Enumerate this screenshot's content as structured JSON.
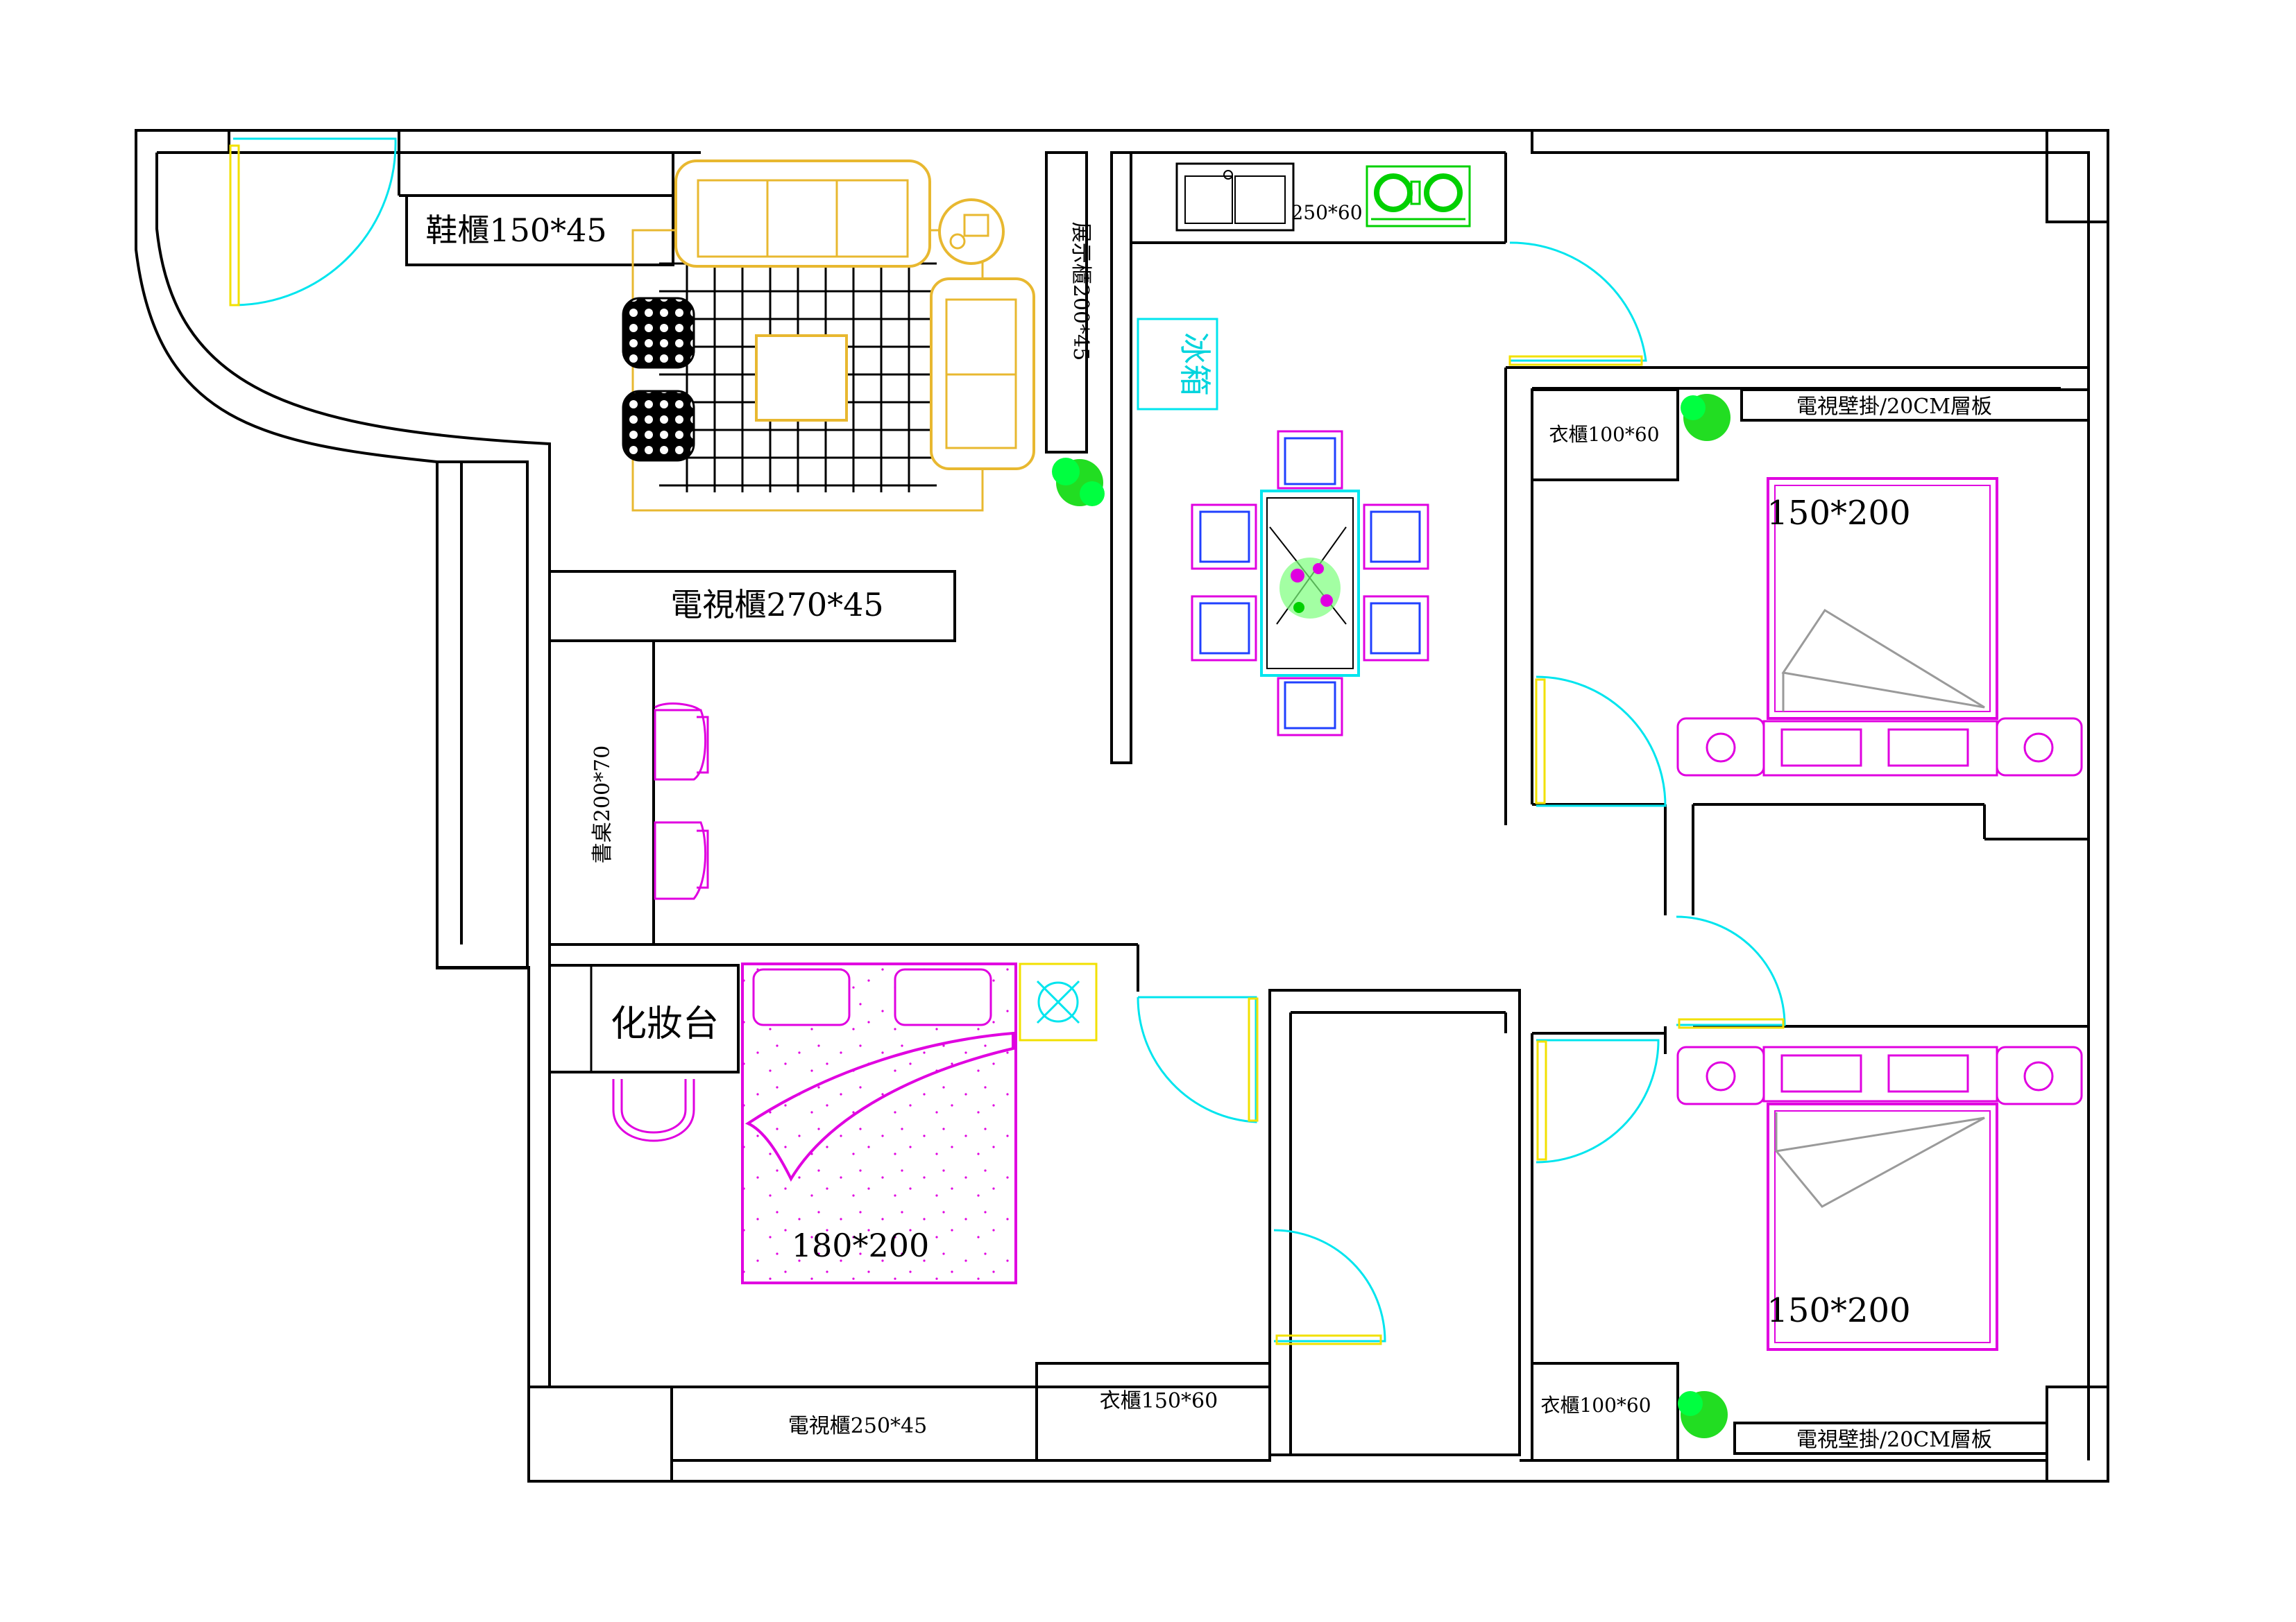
{
  "colors": {
    "walls": "#000000",
    "doors": "#00e5ee",
    "door_frames": "#f2e000",
    "beds_and_chairs": "#e000e0",
    "living_furniture": "#e8b830",
    "plants_and_stove": "#00e000",
    "fridge": "#00e5ee"
  },
  "labels": {
    "shoe_cabinet": "鞋櫃150*45",
    "display_cabinet": "展示櫃200*45",
    "counter": "250*60",
    "fridge": "冰箱",
    "tv_cabinet_living": "電視櫃270*45",
    "desk": "書桌200*70",
    "vanity": "化妝台",
    "master_bed": "180*200",
    "tv_cabinet_master": "電視櫃250*45",
    "wardrobe_master": "衣櫃150*60",
    "wardrobe_bed2": "衣櫃100*60",
    "tv_wall_bed2": "電視壁掛/20CM層板",
    "bed2": "150*200",
    "wardrobe_bed3": "衣櫃100*60",
    "tv_wall_bed3": "電視壁掛/20CM層板",
    "bed3": "150*200"
  },
  "icons": [
    "sofa-icon",
    "armchair-icon",
    "ottoman-icon",
    "coffee-table-icon",
    "rug-icon",
    "lamp-table-icon",
    "plant-icon",
    "sink-icon",
    "stove-icon",
    "dining-table-icon",
    "dining-chair-icon",
    "desk-chair-icon",
    "bed-icon",
    "pillow-icon",
    "nightstand-icon",
    "lamp-icon",
    "door-swing-icon"
  ]
}
